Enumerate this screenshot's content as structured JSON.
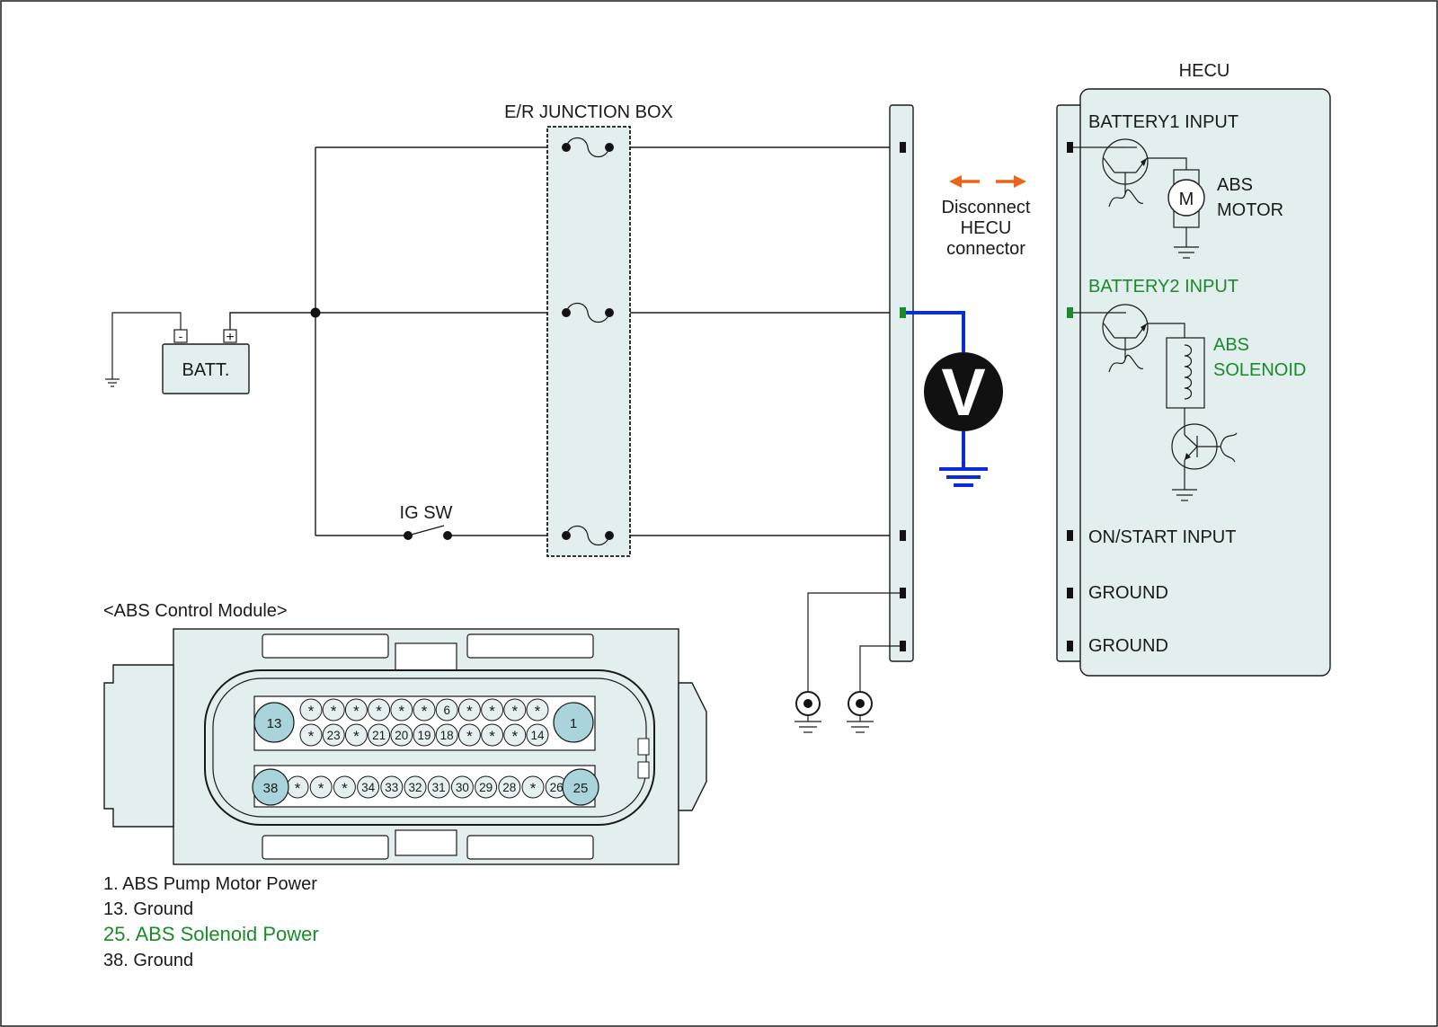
{
  "junction_box": {
    "title": "E/R JUNCTION BOX"
  },
  "ig_switch": {
    "label": "IG SW"
  },
  "battery": {
    "label": "BATT.",
    "neg": "-",
    "pos": "+"
  },
  "meter": {
    "label": "V",
    "wire_color": "#0a2dd6"
  },
  "disconnect_note": {
    "lines": [
      "Disconnect",
      "HECU",
      "connector"
    ],
    "arrow_color": "#e8651a"
  },
  "hecu": {
    "title": "HECU",
    "terminals": [
      {
        "label": "BATTERY1 INPUT",
        "highlight": false
      },
      {
        "label": "BATTERY2 INPUT",
        "highlight": true
      },
      {
        "label": "ON/START INPUT",
        "highlight": false
      },
      {
        "label": "GROUND",
        "highlight": false
      },
      {
        "label": "GROUND",
        "highlight": false
      }
    ],
    "motor": {
      "symbol": "M",
      "label_lines": [
        "ABS",
        "MOTOR"
      ]
    },
    "solenoid": {
      "label_lines": [
        "ABS",
        "SOLENOID"
      ]
    }
  },
  "module": {
    "title": "<ABS Control Module>",
    "row1_big_left": "13",
    "row1_big_right": "1",
    "row1_top": [
      "*",
      "*",
      "*",
      "*",
      "*",
      "*",
      "6",
      "*",
      "*",
      "*",
      "*"
    ],
    "row1_bottom": [
      "*",
      "23",
      "*",
      "21",
      "20",
      "19",
      "18",
      "*",
      "*",
      "*",
      "14"
    ],
    "row2_big_left": "38",
    "row2_big_right": "25",
    "row2": [
      "*",
      "*",
      "*",
      "34",
      "33",
      "32",
      "31",
      "30",
      "29",
      "28",
      "*",
      "26"
    ]
  },
  "legend": [
    {
      "text": "1. ABS Pump Motor Power",
      "highlight": false
    },
    {
      "text": "13. Ground",
      "highlight": false
    },
    {
      "text": "25. ABS Solenoid Power",
      "highlight": true
    },
    {
      "text": "38. Ground",
      "highlight": false
    }
  ],
  "colors": {
    "highlight_green": "#1a8a2a",
    "panel_fill": "#e3eeee",
    "pin_fill": "#a9d4db"
  }
}
